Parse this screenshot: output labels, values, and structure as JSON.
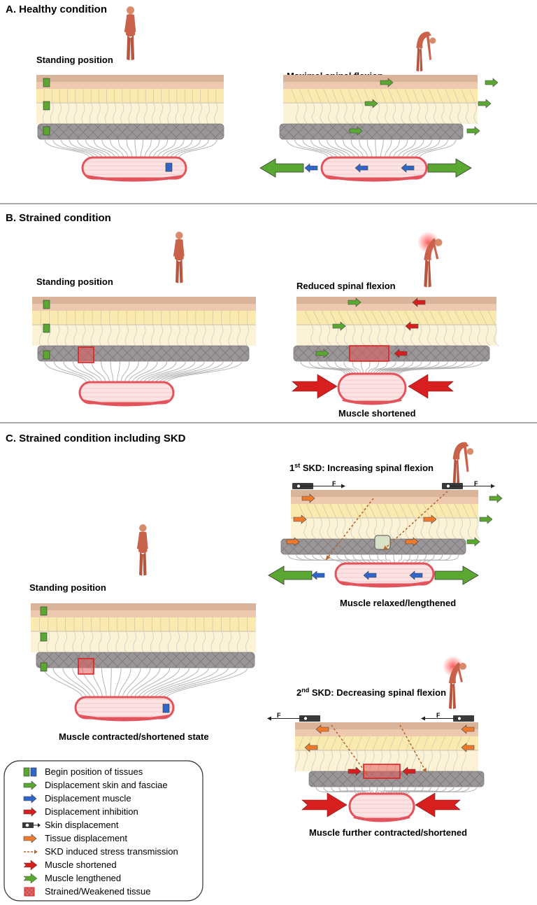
{
  "colors": {
    "skin_top": "#d9b49a",
    "skin_mid": "#edc9b0",
    "fat_yellow": "#fbeab0",
    "fat_light": "#fcf3d6",
    "fascia_gray": "#9a9597",
    "muscle_red": "#e2535b",
    "muscle_pink": "#f6c4c6",
    "green": "#5aa832",
    "blue": "#2f66c8",
    "red": "#d81f1f",
    "orange": "#ef7a2c",
    "dark": "#3a3a3a"
  },
  "sections": {
    "a": {
      "title": "A.  Healthy condition",
      "left_caption": "Standing position",
      "right_caption": "Maximal spinal flexion"
    },
    "b": {
      "title": "B.  Strained condition",
      "left_caption": "Standing position",
      "right_caption": "Reduced spinal flexion",
      "right_bottom_caption": "Muscle shortened"
    },
    "c": {
      "title": "C.  Strained condition including SKD",
      "left_caption": "Standing position",
      "left_bottom_caption": "Muscle contracted/shortened state",
      "skd1_num": "1",
      "skd1_sup": "st",
      "skd1_rest": " SKD: Increasing spinal flexion",
      "skd1_bottom_caption": "Muscle relaxed/lengthened",
      "skd2_num": "2",
      "skd2_sup": "nd",
      "skd2_rest": " SKD: Decreasing spinal flexion",
      "skd2_bottom_caption": "Muscle further contracted/shortened",
      "force_label": "F"
    }
  },
  "legend": {
    "items": [
      {
        "icon": "begin-position-icon",
        "label": "Begin position of tissues"
      },
      {
        "icon": "green-arrow-icon",
        "label": "Displacement skin and fasciae"
      },
      {
        "icon": "blue-arrow-icon",
        "label": "Displacement muscle"
      },
      {
        "icon": "red-arrow-icon",
        "label": "Displacement inhibition"
      },
      {
        "icon": "skin-displacement-icon",
        "label": "Skin displacement"
      },
      {
        "icon": "orange-arrow-icon",
        "label": "Tissue displacement"
      },
      {
        "icon": "dashed-arrow-icon",
        "label": "SKD induced stress transmission"
      },
      {
        "icon": "red-chevron-icon",
        "label": "Muscle shortened"
      },
      {
        "icon": "green-chevron-icon",
        "label": "Muscle lengthened"
      },
      {
        "icon": "strained-tissue-icon",
        "label": "Strained/Weakened tissue"
      }
    ]
  }
}
